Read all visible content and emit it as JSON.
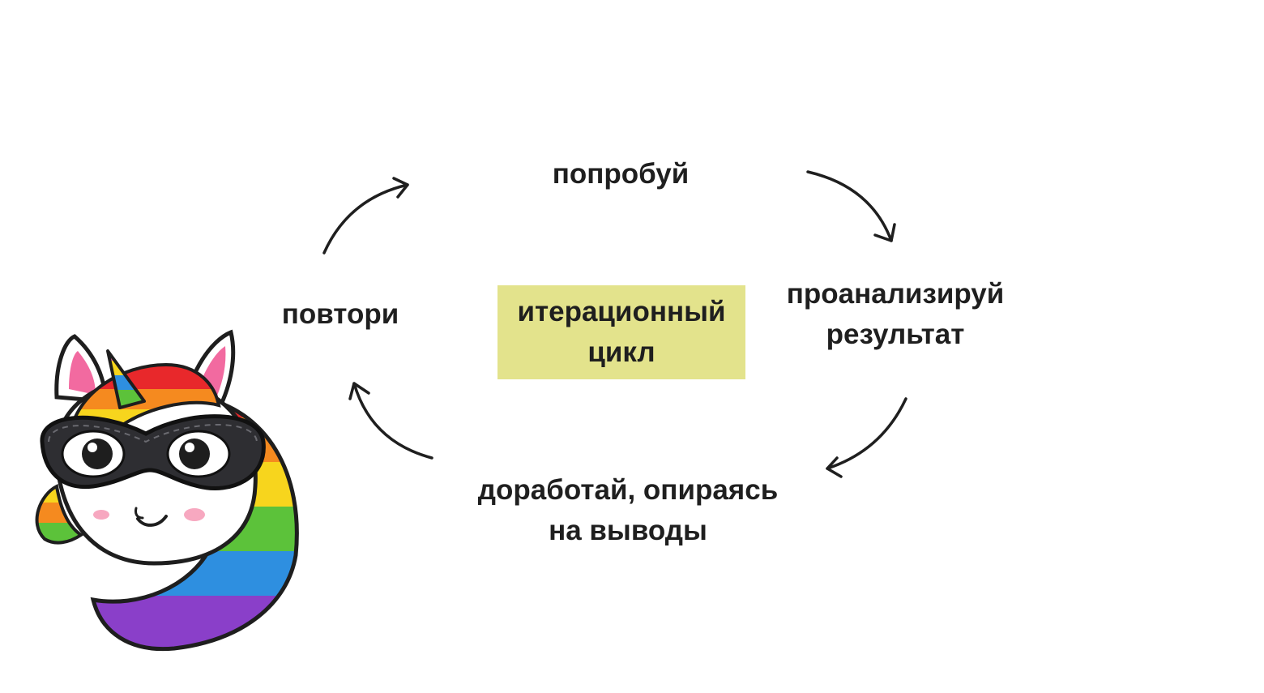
{
  "diagram": {
    "center": {
      "line1": "итерационный",
      "line2": "цикл"
    },
    "steps": {
      "try": {
        "line1": "попробуй"
      },
      "analyze": {
        "line1": "проанализируй",
        "line2": "результат"
      },
      "improve": {
        "line1": "доработай, опираясь",
        "line2": "на выводы"
      },
      "repeat": {
        "line1": "повтори"
      }
    },
    "colors": {
      "center_fill": "#e3e38c",
      "text": "#1f1f1f",
      "arrow": "#1f1f1f"
    }
  },
  "mascot": {
    "icon": "masked-rainbow-unicorn-icon"
  }
}
